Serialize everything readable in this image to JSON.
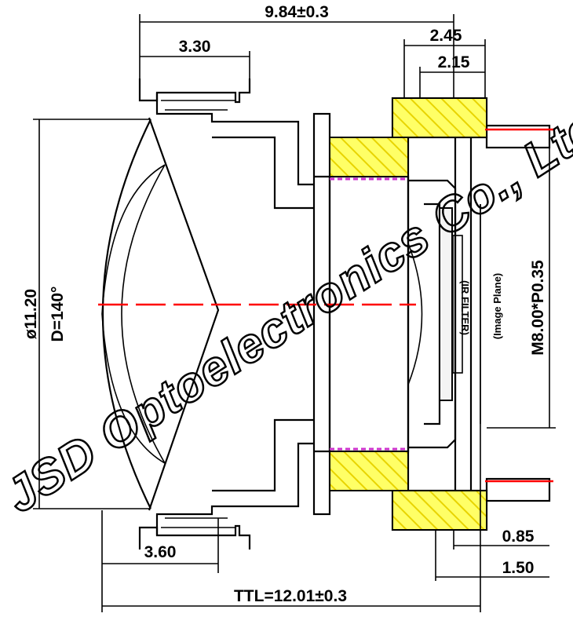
{
  "dimensions": {
    "overall_top": "9.84±0.3",
    "top_left": "3.30",
    "top_right_outer": "2.45",
    "top_right_inner": "2.15",
    "diameter": "ø11.20",
    "fov": "D=140°",
    "bottom_left": "3.60",
    "ttl": "TTL=12.01±0.3",
    "bottom_right_small": "0.85",
    "bottom_right_large": "1.50",
    "thread": "M8.00*P0.35"
  },
  "labels": {
    "image_plane": "(Image Plane)",
    "ir_filter": "(IR FILTER)"
  },
  "watermark": {
    "text": "JSD Optoelectronics Co., Ltd"
  },
  "colors": {
    "hatch_fill": "#ffff66",
    "hatch_line": "#e0d000",
    "axis": "#ff0000",
    "magenta": "#cc33cc",
    "line": "#000000"
  }
}
